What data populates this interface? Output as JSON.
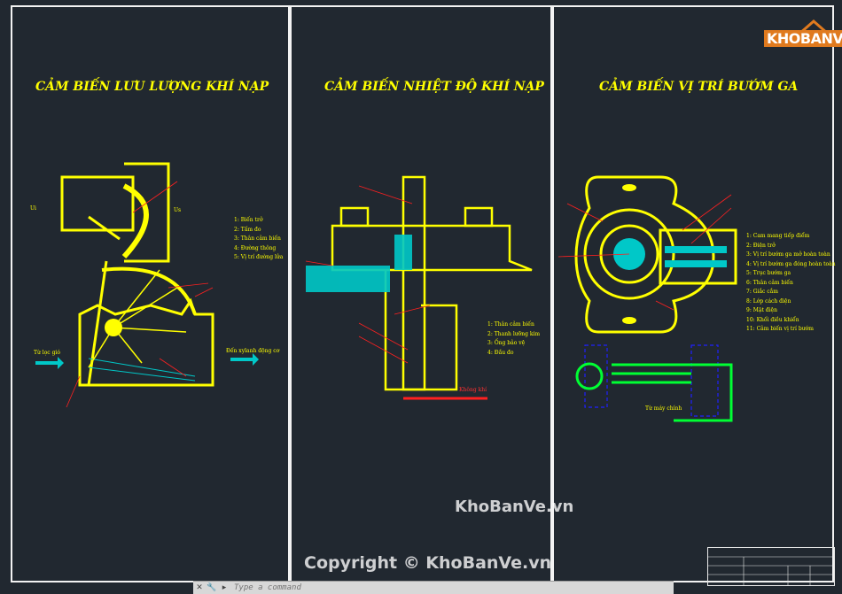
{
  "panels": [
    {
      "title": "CẢM BIẾN LƯU LƯỢNG KHÍ NẠP",
      "legend": [
        "1: Biến trở",
        "2: Tấm đo",
        "3: Thân cảm biến",
        "4: Đường thông",
        "5: Vị trí đường lửa"
      ],
      "labels": {
        "inlet": "Từ lọc gió",
        "outlet": "Đến xylanh động cơ",
        "left_terminal": "Ui",
        "right_terminal": "Us"
      }
    },
    {
      "title": "CẢM BIẾN NHIỆT ĐỘ KHÍ NẠP",
      "legend": [
        "1: Thân cảm biến",
        "2: Thanh lưỡng kim",
        "3: Ống bảo vệ",
        "4: Đầu đo"
      ],
      "labels": {
        "air": "Không khí"
      }
    },
    {
      "title": "CẢM BIẾN VỊ TRÍ BƯỚM GA",
      "legend": [
        "1: Cam mang tiếp điểm",
        "2: Điện trở",
        "3: Vị trí bướm ga mở hoàn toàn",
        "4: Vị trí bướm ga đóng hoàn toàn",
        "5: Trục bướm ga",
        "6: Thân cảm biến",
        "7: Giắc cắm",
        "8: Lớp cách điện",
        "9: Mặt điện",
        "10: Khối điều khiển",
        "11: Cảm biến vị trí bướm"
      ],
      "labels": {
        "supply": "Từ máy chính"
      }
    }
  ],
  "logo": "KHOBANVE",
  "watermarks": {
    "center": "KhoBanVe.vn",
    "copyright": "Copyright © KhoBanVe.vn"
  },
  "command_bar": {
    "placeholder": "Type a command",
    "close_icon": "close-icon",
    "settings_icon": "wrench-icon",
    "prompt_icon": "prompt-icon"
  },
  "colors": {
    "background": "#212830",
    "border": "#f2f2f2",
    "drawing": "#ffff00",
    "leader": "#ff2020",
    "hatch": "#00c8c8",
    "circuit": "#00ff33",
    "dashed": "#2020ff"
  }
}
